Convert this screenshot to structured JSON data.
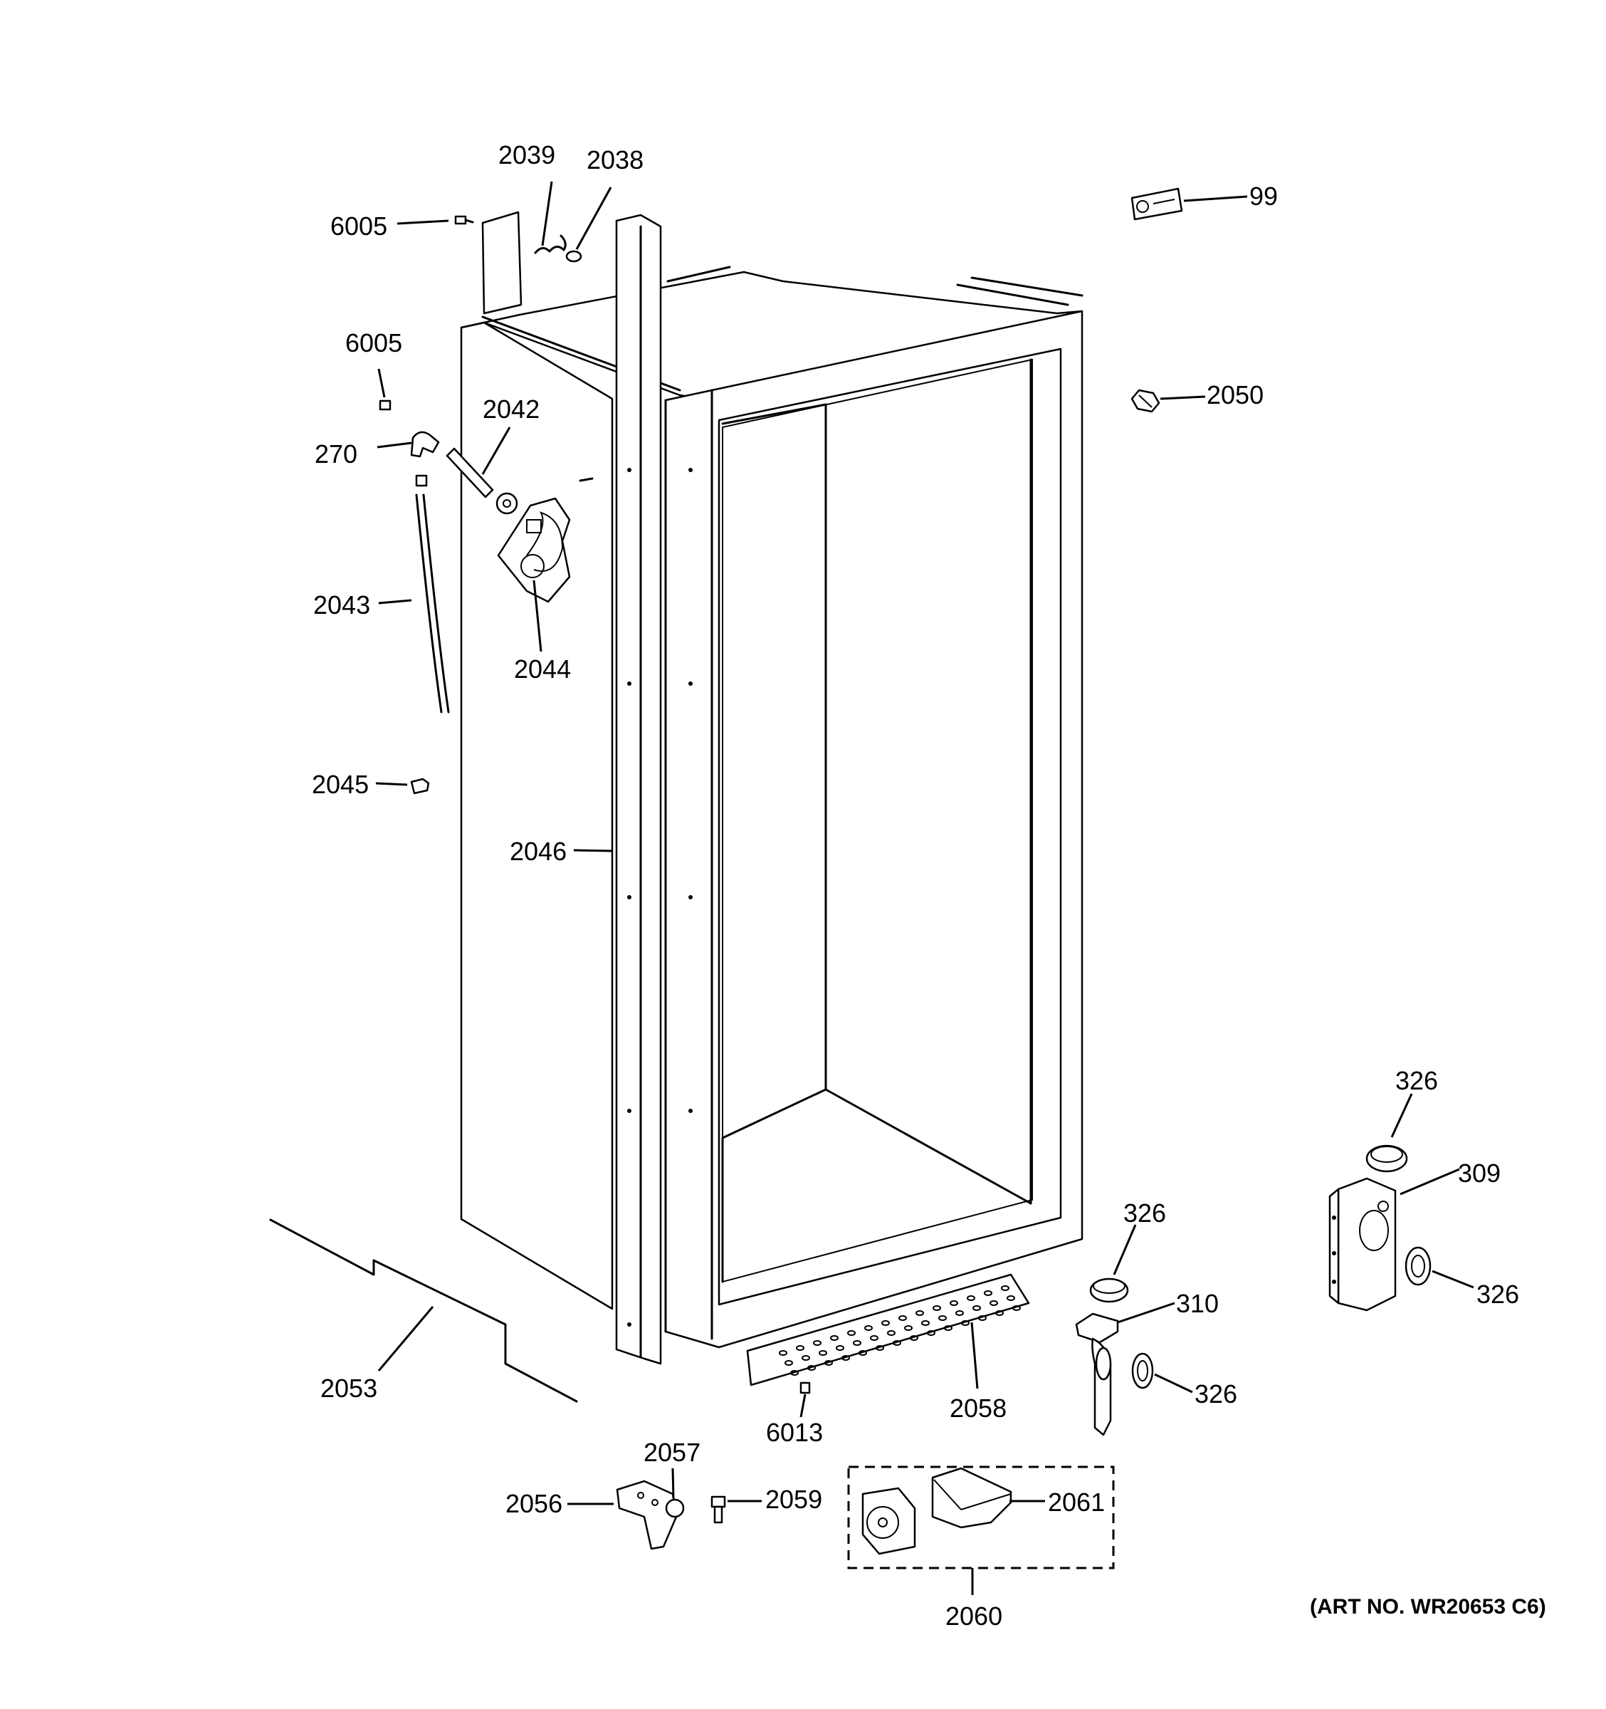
{
  "labels": {
    "p6005a": "6005",
    "p2039": "2039",
    "p2038": "2038",
    "p99": "99",
    "p6005b": "6005",
    "p2050": "2050",
    "p2042": "2042",
    "p270": "270",
    "p2043": "2043",
    "p2044": "2044",
    "p2045": "2045",
    "p2046": "2046",
    "p326a": "326",
    "p309": "309",
    "p326b": "326",
    "p326c": "326",
    "p310": "310",
    "p326d": "326",
    "p2053": "2053",
    "p2058": "2058",
    "p6013": "6013",
    "p2057": "2057",
    "p2056": "2056",
    "p2059": "2059",
    "p2061": "2061",
    "p2060": "2060"
  },
  "art_number": "(ART NO. WR20653 C6)"
}
